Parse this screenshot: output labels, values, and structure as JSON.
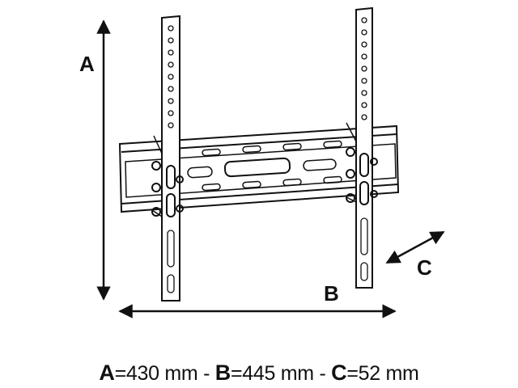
{
  "labels": {
    "a": "A",
    "b": "B",
    "c": "C"
  },
  "caption": {
    "a_label": "A",
    "a_value": "430 mm",
    "b_label": "B",
    "b_value": "445 mm",
    "c_label": "C",
    "c_value": "52 mm",
    "equals": "=",
    "separator": "-"
  }
}
